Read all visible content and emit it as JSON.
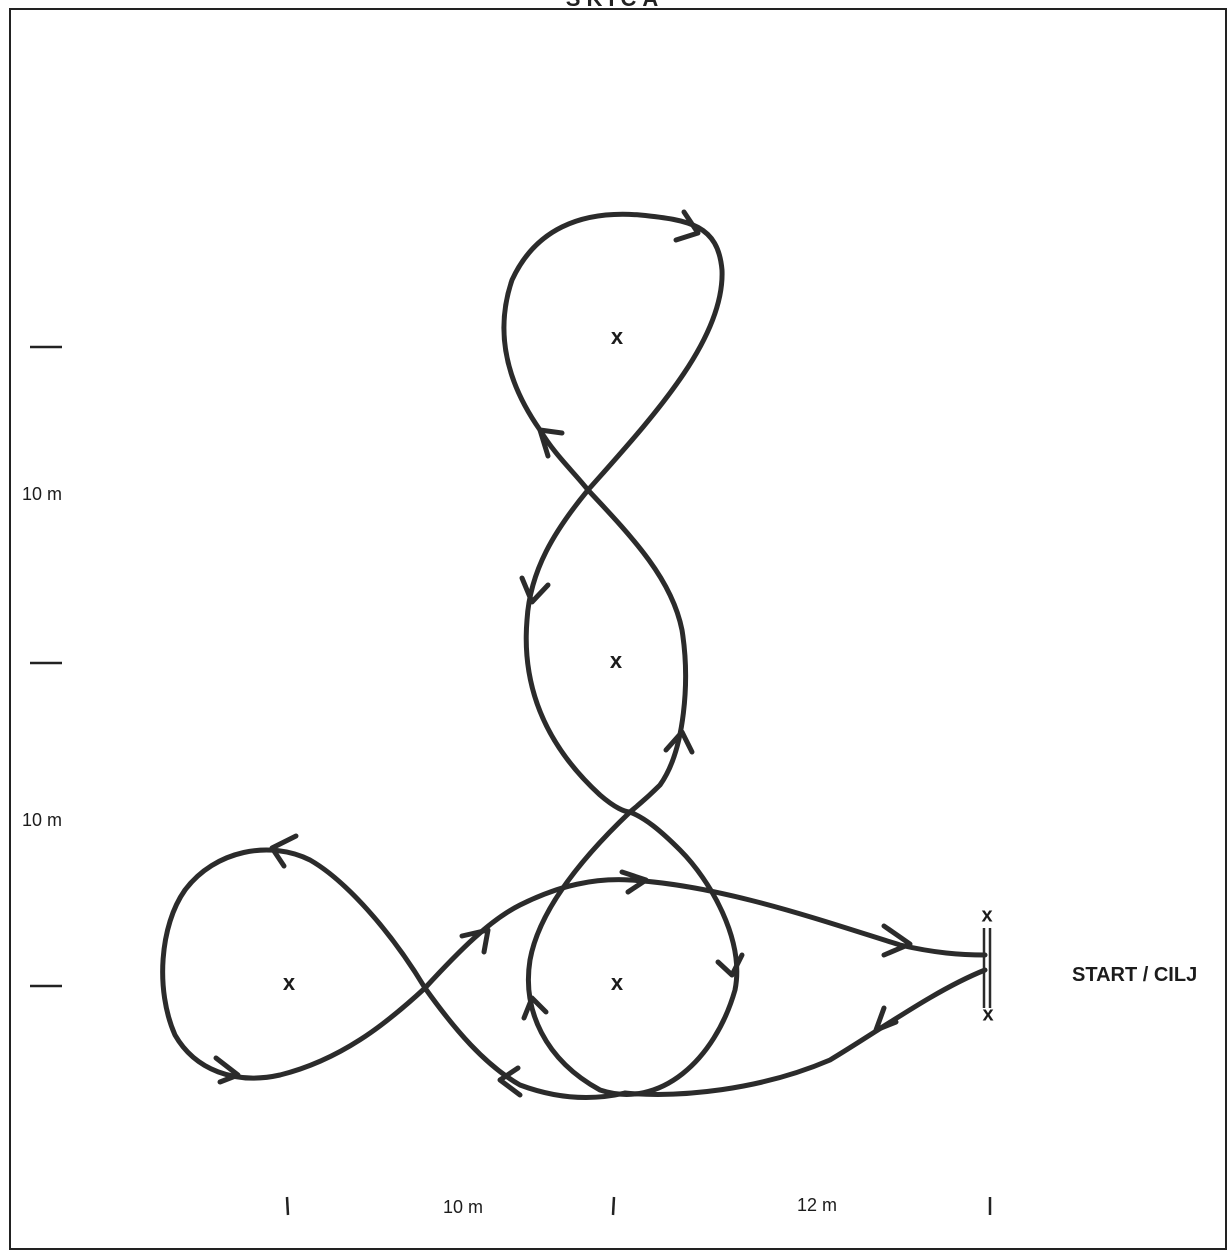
{
  "diagram": {
    "title": "SKICA",
    "start_label": "START / CILJ",
    "cone_mark": "x",
    "labels": {
      "vertical_upper": "10 m",
      "vertical_lower": "10 m",
      "horizontal_left": "10 m",
      "horizontal_right": "12 m"
    }
  },
  "colors": {
    "stroke": "#2b2b2b",
    "frame": "#222222",
    "background": "#ffffff"
  }
}
